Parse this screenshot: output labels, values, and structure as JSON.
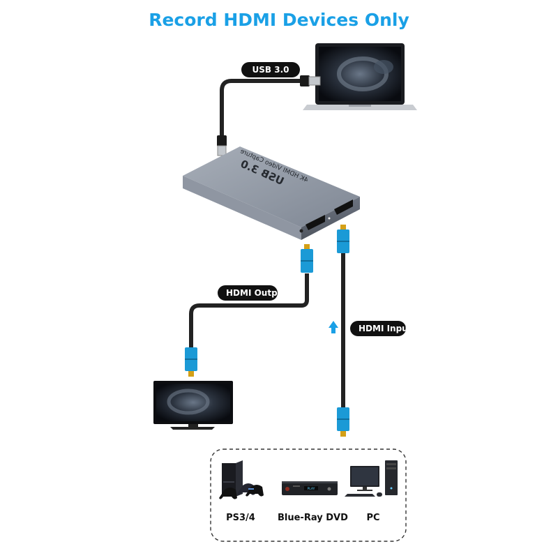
{
  "title": "Record HDMI Devices Only",
  "device_print": {
    "line1": "USB 3.0",
    "line2": "4K HDMI Video Capture"
  },
  "labels": {
    "usb": "USB 3.0",
    "hdmi_output": "HDMI Output",
    "hdmi_input": "HDMI Input"
  },
  "sources": [
    {
      "label": "PS3/4",
      "icon": "game-console-icon"
    },
    {
      "label": "Blue-Ray DVD",
      "icon": "dvd-player-icon"
    },
    {
      "label": "PC",
      "icon": "desktop-pc-icon"
    }
  ],
  "dvd_display": "PLAY",
  "colors": {
    "title": "#1aa0e6",
    "connector": "#1b9ad6",
    "capture_box": "#8e96a3",
    "cable": "#222222"
  }
}
